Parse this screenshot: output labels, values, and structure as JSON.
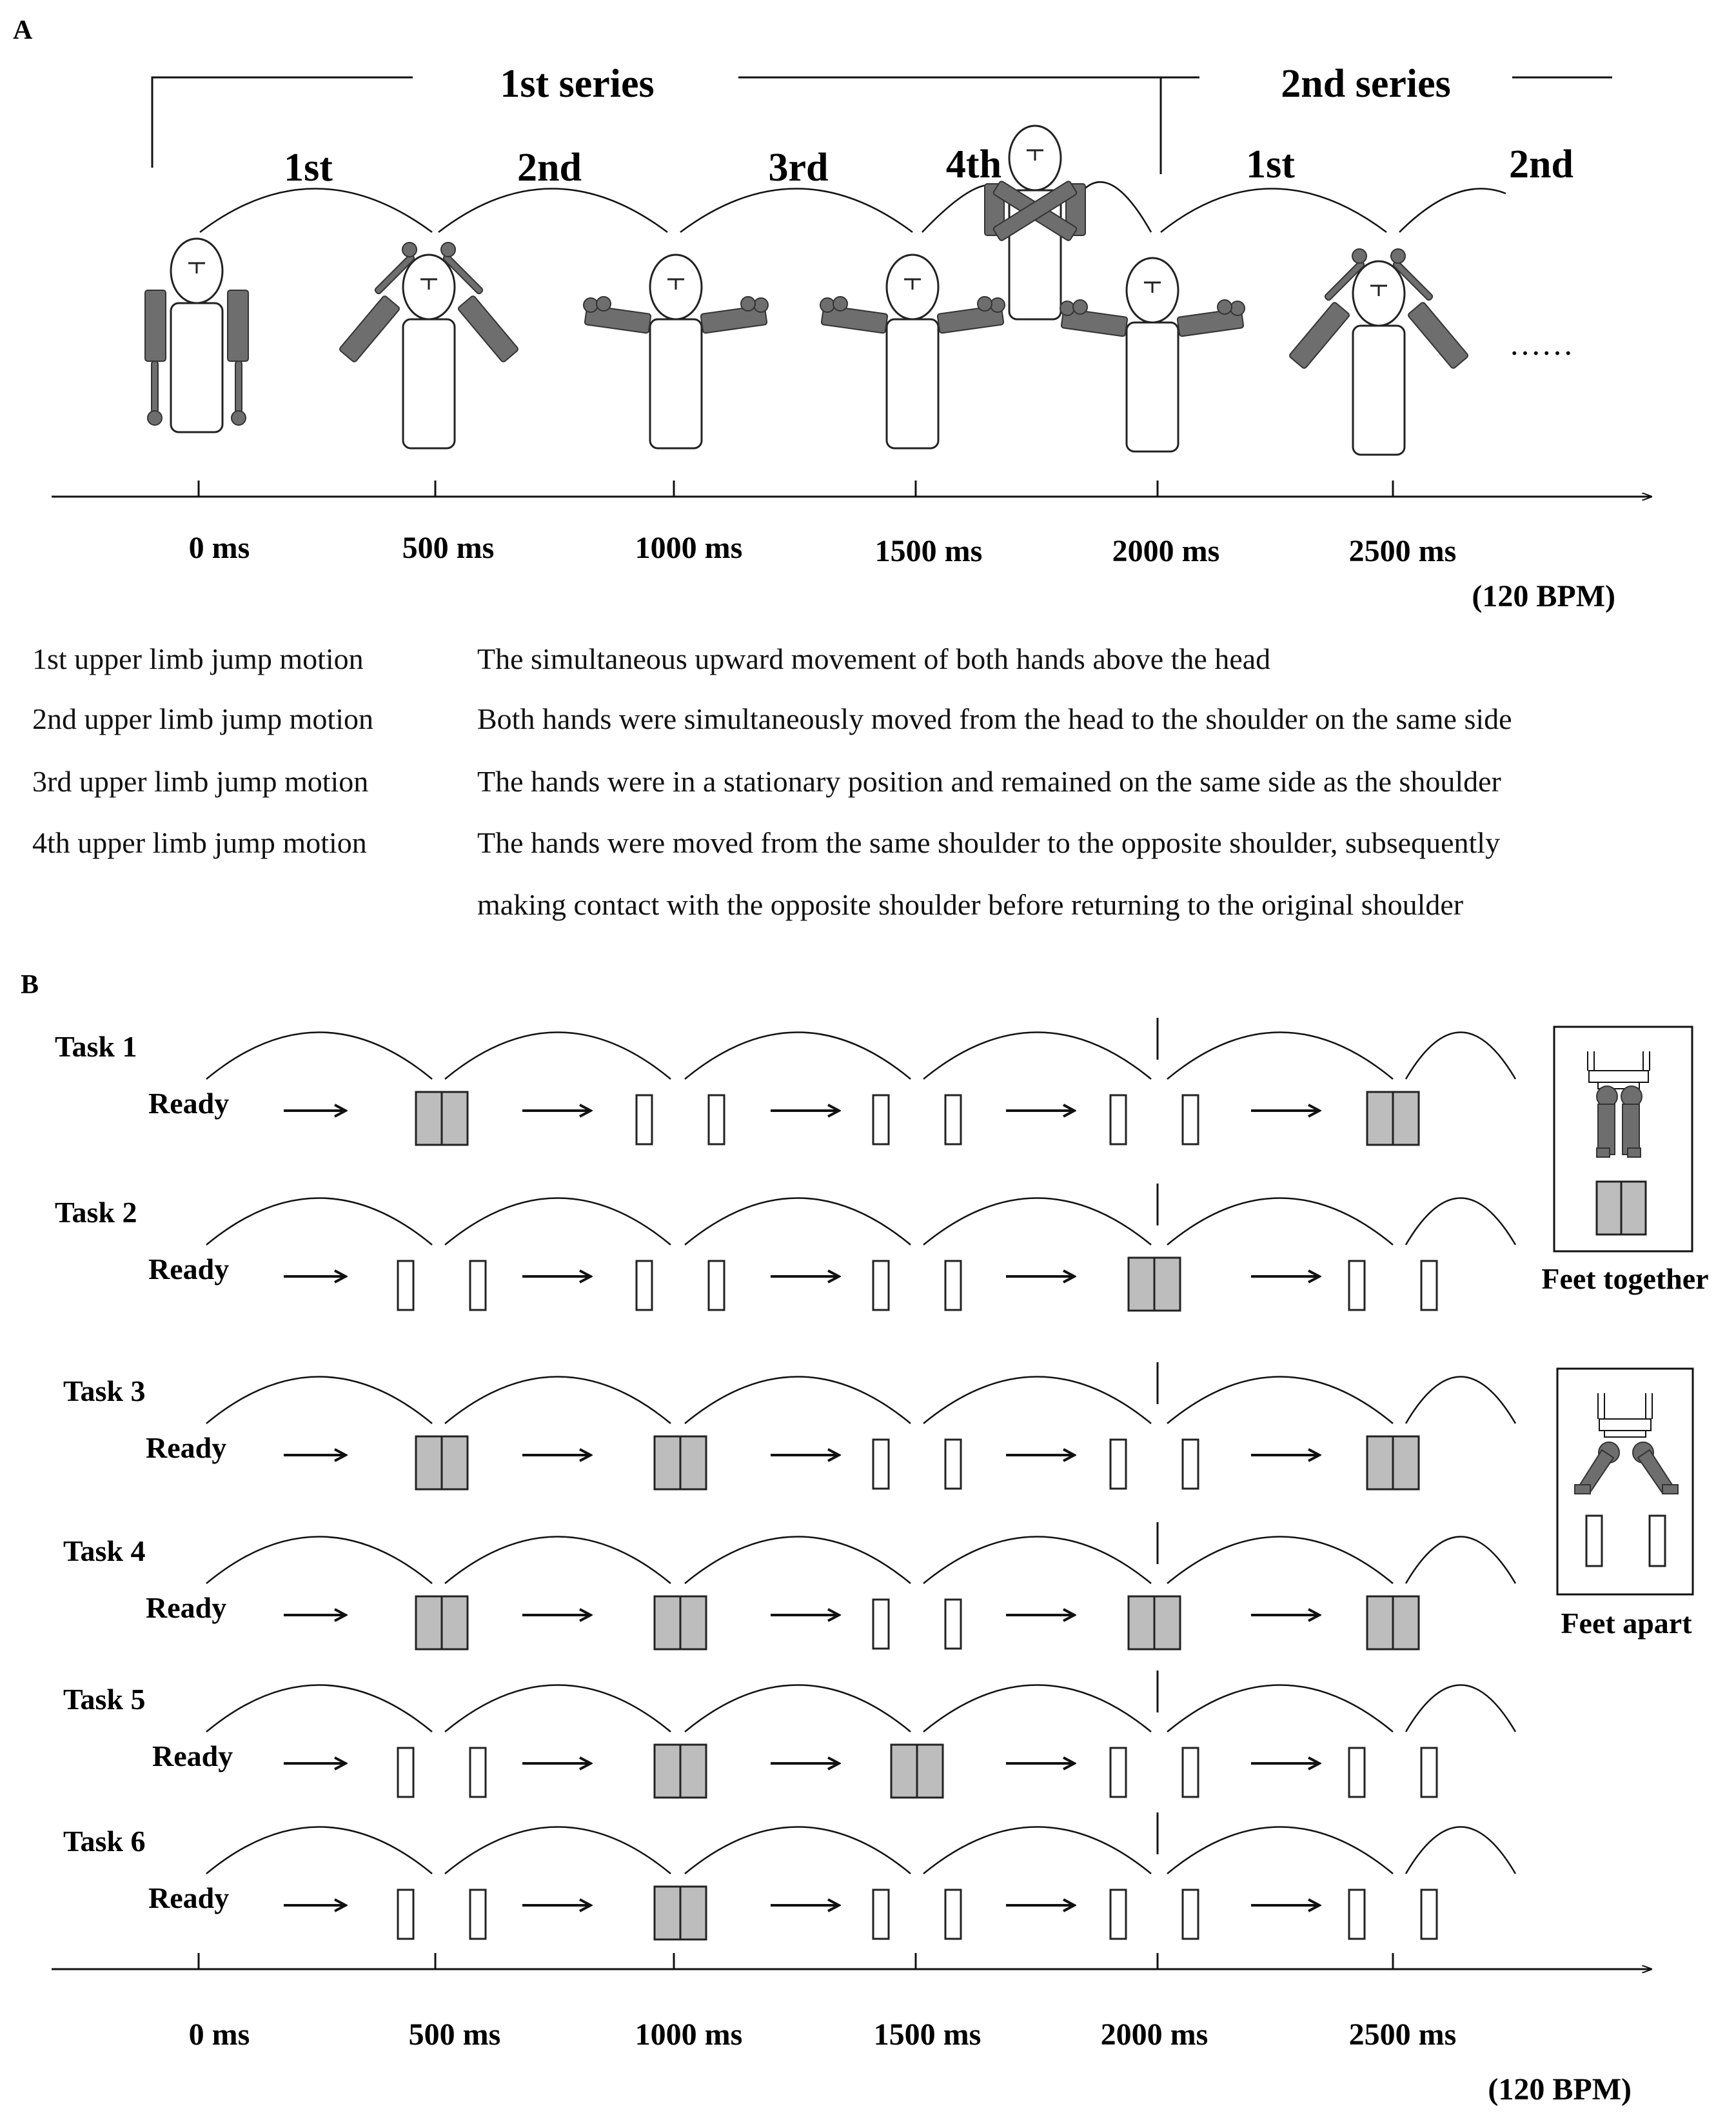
{
  "panel_a": {
    "label": "A",
    "series": [
      "1st series",
      "2nd series"
    ],
    "phases": [
      "1st",
      "2nd",
      "3rd",
      "4th",
      "1st",
      "2nd"
    ],
    "time_labels": [
      "0 ms",
      "500 ms",
      "1000 ms",
      "1500 ms",
      "2000 ms",
      "2500 ms"
    ],
    "tempo": "(120 BPM)",
    "ellipsis": "……",
    "figures": [
      "arms-down",
      "hands-above-head",
      "hands-on-shoulders",
      "hands-on-shoulders",
      "arms-crossed",
      "hands-on-shoulders",
      "hands-above-head"
    ]
  },
  "descriptions": [
    {
      "term": "1st  upper limb jump motion",
      "text": [
        "The simultaneous upward movement of both hands above the head"
      ]
    },
    {
      "term": "2nd upper limb jump motion",
      "text": [
        "Both hands were simultaneously moved from the head to the shoulder on the same side"
      ]
    },
    {
      "term": "3rd  upper limb jump motion",
      "text": [
        "The hands were in a stationary position and remained on the same side as the shoulder"
      ]
    },
    {
      "term": "4th  upper limb jump motion",
      "text": [
        "The hands were moved from the same shoulder to the opposite shoulder, subsequently",
        "making contact with the opposite shoulder before returning to the original shoulder"
      ]
    }
  ],
  "panel_b": {
    "label": "B",
    "ready_label": "Ready",
    "tasks": [
      {
        "name": "Task 1",
        "steps": [
          "together",
          "apart",
          "apart",
          "apart",
          "together"
        ]
      },
      {
        "name": "Task 2",
        "steps": [
          "apart",
          "apart",
          "apart",
          "together",
          "apart"
        ]
      },
      {
        "name": "Task 3",
        "steps": [
          "together",
          "together",
          "apart",
          "apart",
          "together"
        ]
      },
      {
        "name": "Task 4",
        "steps": [
          "together",
          "together",
          "apart",
          "together",
          "together"
        ]
      },
      {
        "name": "Task 5",
        "steps": [
          "apart",
          "together",
          "together",
          "apart",
          "apart"
        ]
      },
      {
        "name": "Task 6",
        "steps": [
          "apart",
          "together",
          "apart",
          "apart",
          "apart"
        ]
      }
    ],
    "legend": [
      {
        "label": "Feet together",
        "icon": "legs-together-icon"
      },
      {
        "label": "Feet apart",
        "icon": "legs-apart-icon"
      }
    ],
    "time_labels": [
      "0 ms",
      "500 ms",
      "1000 ms",
      "1500 ms",
      "2000 ms",
      "2500 ms"
    ],
    "tempo": "(120 BPM)"
  },
  "colors": {
    "ink": "#111111",
    "limb": "#6e6e6e",
    "foot_fill": "#bdbdbd"
  }
}
